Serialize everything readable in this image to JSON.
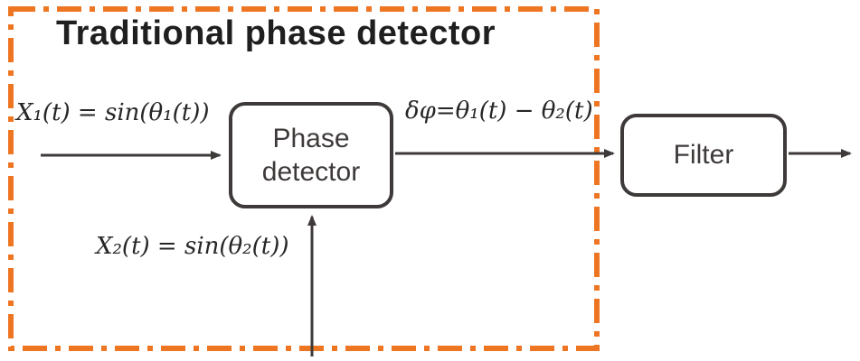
{
  "title": "Traditional phase detector",
  "labels": {
    "input1": "X₁(t) = sin(θ₁(t))",
    "input2": "X₂(t) = sin(θ₂(t))",
    "output": "δφ=θ₁(t) − θ₂(t)"
  },
  "blocks": {
    "phase_detector": "Phase detector",
    "filter": "Filter"
  },
  "colors": {
    "boundary_orange": "#EE7623",
    "ink": "#3E3A39"
  }
}
